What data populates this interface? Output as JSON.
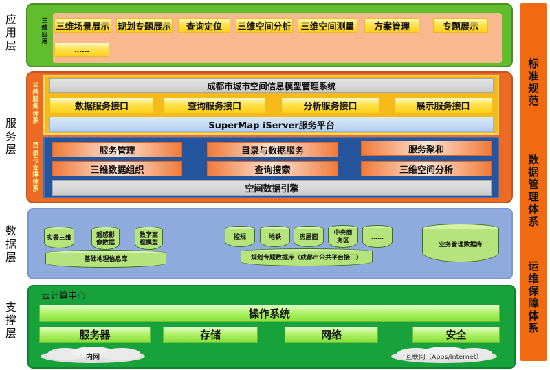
{
  "layers": {
    "app": "应用层",
    "service": "服务层",
    "data": "数据层",
    "support": "支撑层"
  },
  "app": {
    "side_label": "三维应用",
    "tiles": [
      "三维场景展示",
      "规划专题展示",
      "查询定位",
      "三维空间分析",
      "三维空间测量",
      "方案管理",
      "专题展示",
      "……"
    ]
  },
  "service": {
    "public_label": "公共服务体系",
    "catalog_label": "目录与支撑体系",
    "system_title": "成都市城市空间信息模型管理系统",
    "interfaces": [
      "数据服务接口",
      "查询服务接口",
      "分析服务接口",
      "展示服务接口"
    ],
    "platform": "SuperMap iServer服务平台",
    "blocks": [
      "服务管理",
      "目录与数据服务",
      "服务聚和",
      "三维数据组织",
      "查询搜索",
      "三维空间分析"
    ],
    "engine": "空间数据引擎"
  },
  "data": {
    "basic_db_items": [
      "实景三维",
      "遥感影像数据",
      "数字高程模型"
    ],
    "basic_db": "基础地理信息库",
    "planning_items": [
      "控规",
      "地铁",
      "房屋面",
      "中央商务区",
      "……"
    ],
    "planning_db": "规划专题数据库（成都市公共平台接口）",
    "business_db": "业务管理数据库"
  },
  "support": {
    "cloud": "云计算中心",
    "os": "操作系统",
    "items": [
      "服务器",
      "存储",
      "网络",
      "安全"
    ],
    "intranet": "内网",
    "internet": "互联网（Apps/Internet）"
  },
  "right": [
    "标准规范",
    "数据管理体系",
    "运维保障体系"
  ],
  "colors": {
    "app_green": "#5fbd2e",
    "app_peach": "#f8b98f",
    "service_orange": "#eb6b25",
    "service_yellow": "#f8ba18",
    "service_blue": "#25559c",
    "data_blue": "#8fabdd",
    "support_green": "#17a23c",
    "right_orange": "#f26a0f"
  }
}
